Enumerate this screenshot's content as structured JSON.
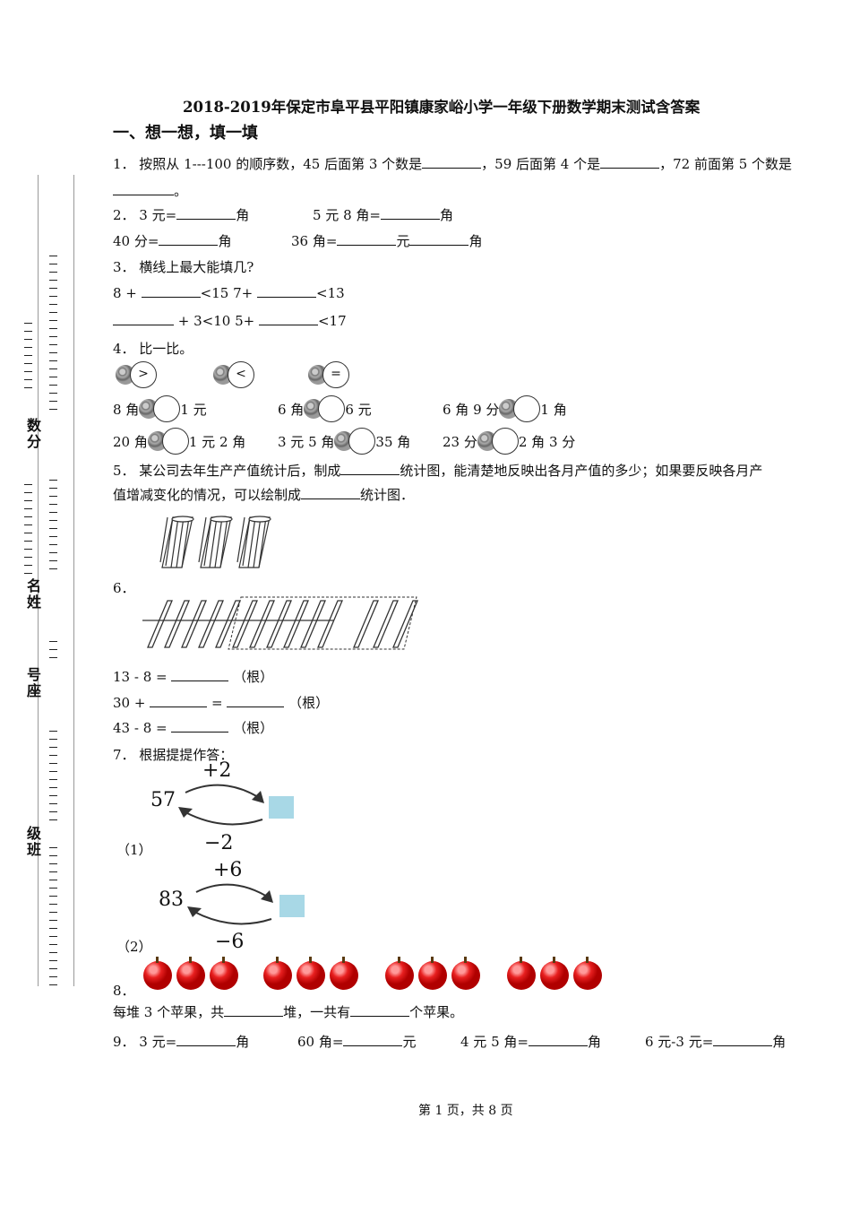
{
  "title": "2018-2019年保定市阜平县平阳镇康家峪小学一年级下册数学期末测试含答案",
  "section1": "一、想一想，填一填",
  "sidebar": {
    "l1": "数分",
    "l2": "名姓",
    "l3": "号座",
    "l4": "级班"
  },
  "q1": {
    "a": "1．  按照从 1---100 的顺序数，45 后面第 3 个数是",
    "b": "，59 后面第 4 个是",
    "c": "，72 前面第 5 个数是",
    "d": "。"
  },
  "q2": {
    "a1": "2．  3 元=",
    "a2": "角",
    "b1": "5 元 8 角=",
    "b2": "角",
    "c1": "40 分=",
    "c2": "角",
    "d1": "36 角=",
    "d2": "元",
    "d3": "角"
  },
  "q3": {
    "a": "3．  横线上最大能填几?",
    "b1": "8 +",
    "b2": "<15 7+",
    "b3": "<13",
    "c1": "+ 3<10 5+",
    "c2": "<17"
  },
  "q4": {
    "head": "4．  比一比。",
    "symbols": [
      ">",
      "<",
      "="
    ],
    "r1": [
      "8 角",
      "1 元",
      "6 角",
      "6 元",
      "6 角 9 分",
      "1 角"
    ],
    "r2": [
      "20 角",
      "1 元 2 角",
      "3 元 5 角",
      "35 角",
      "23 分",
      "2 角 3 分"
    ]
  },
  "q5": {
    "a": "5．  某公司去年生产产值统计后，制成",
    "b": "统计图，能清楚地反映出各月产值的多少；如果要反映各月产",
    "c": "值增减变化的情况，可以绘制成",
    "d": "统计图．"
  },
  "q6": {
    "num": "6．",
    "l1a": "13 - 8 =",
    "l1b": "（根）",
    "l2a": "30 +",
    "l2b": "=",
    "l2c": "（根）",
    "l3a": "43 - 8 =",
    "l3b": "（根）"
  },
  "q7": {
    "head": "7．  根据提提作答：",
    "p1": {
      "label": "（1）",
      "num": "57",
      "plus": "+2",
      "minus": "−2"
    },
    "p2": {
      "label": "（2）",
      "num": "83",
      "plus": "+6",
      "minus": "−6"
    }
  },
  "q8": {
    "num": "8．",
    "a": "每堆 3 个苹果，共",
    "b": "堆，一共有",
    "c": "个苹果。"
  },
  "q9": {
    "a1": "9．  3 元=",
    "a2": "角",
    "b1": "60 角=",
    "b2": "元",
    "c1": "4 元 5 角=",
    "c2": "角",
    "d1": "6 元-3 元=",
    "d2": "角"
  },
  "footer": "第 1 页，共 8 页"
}
